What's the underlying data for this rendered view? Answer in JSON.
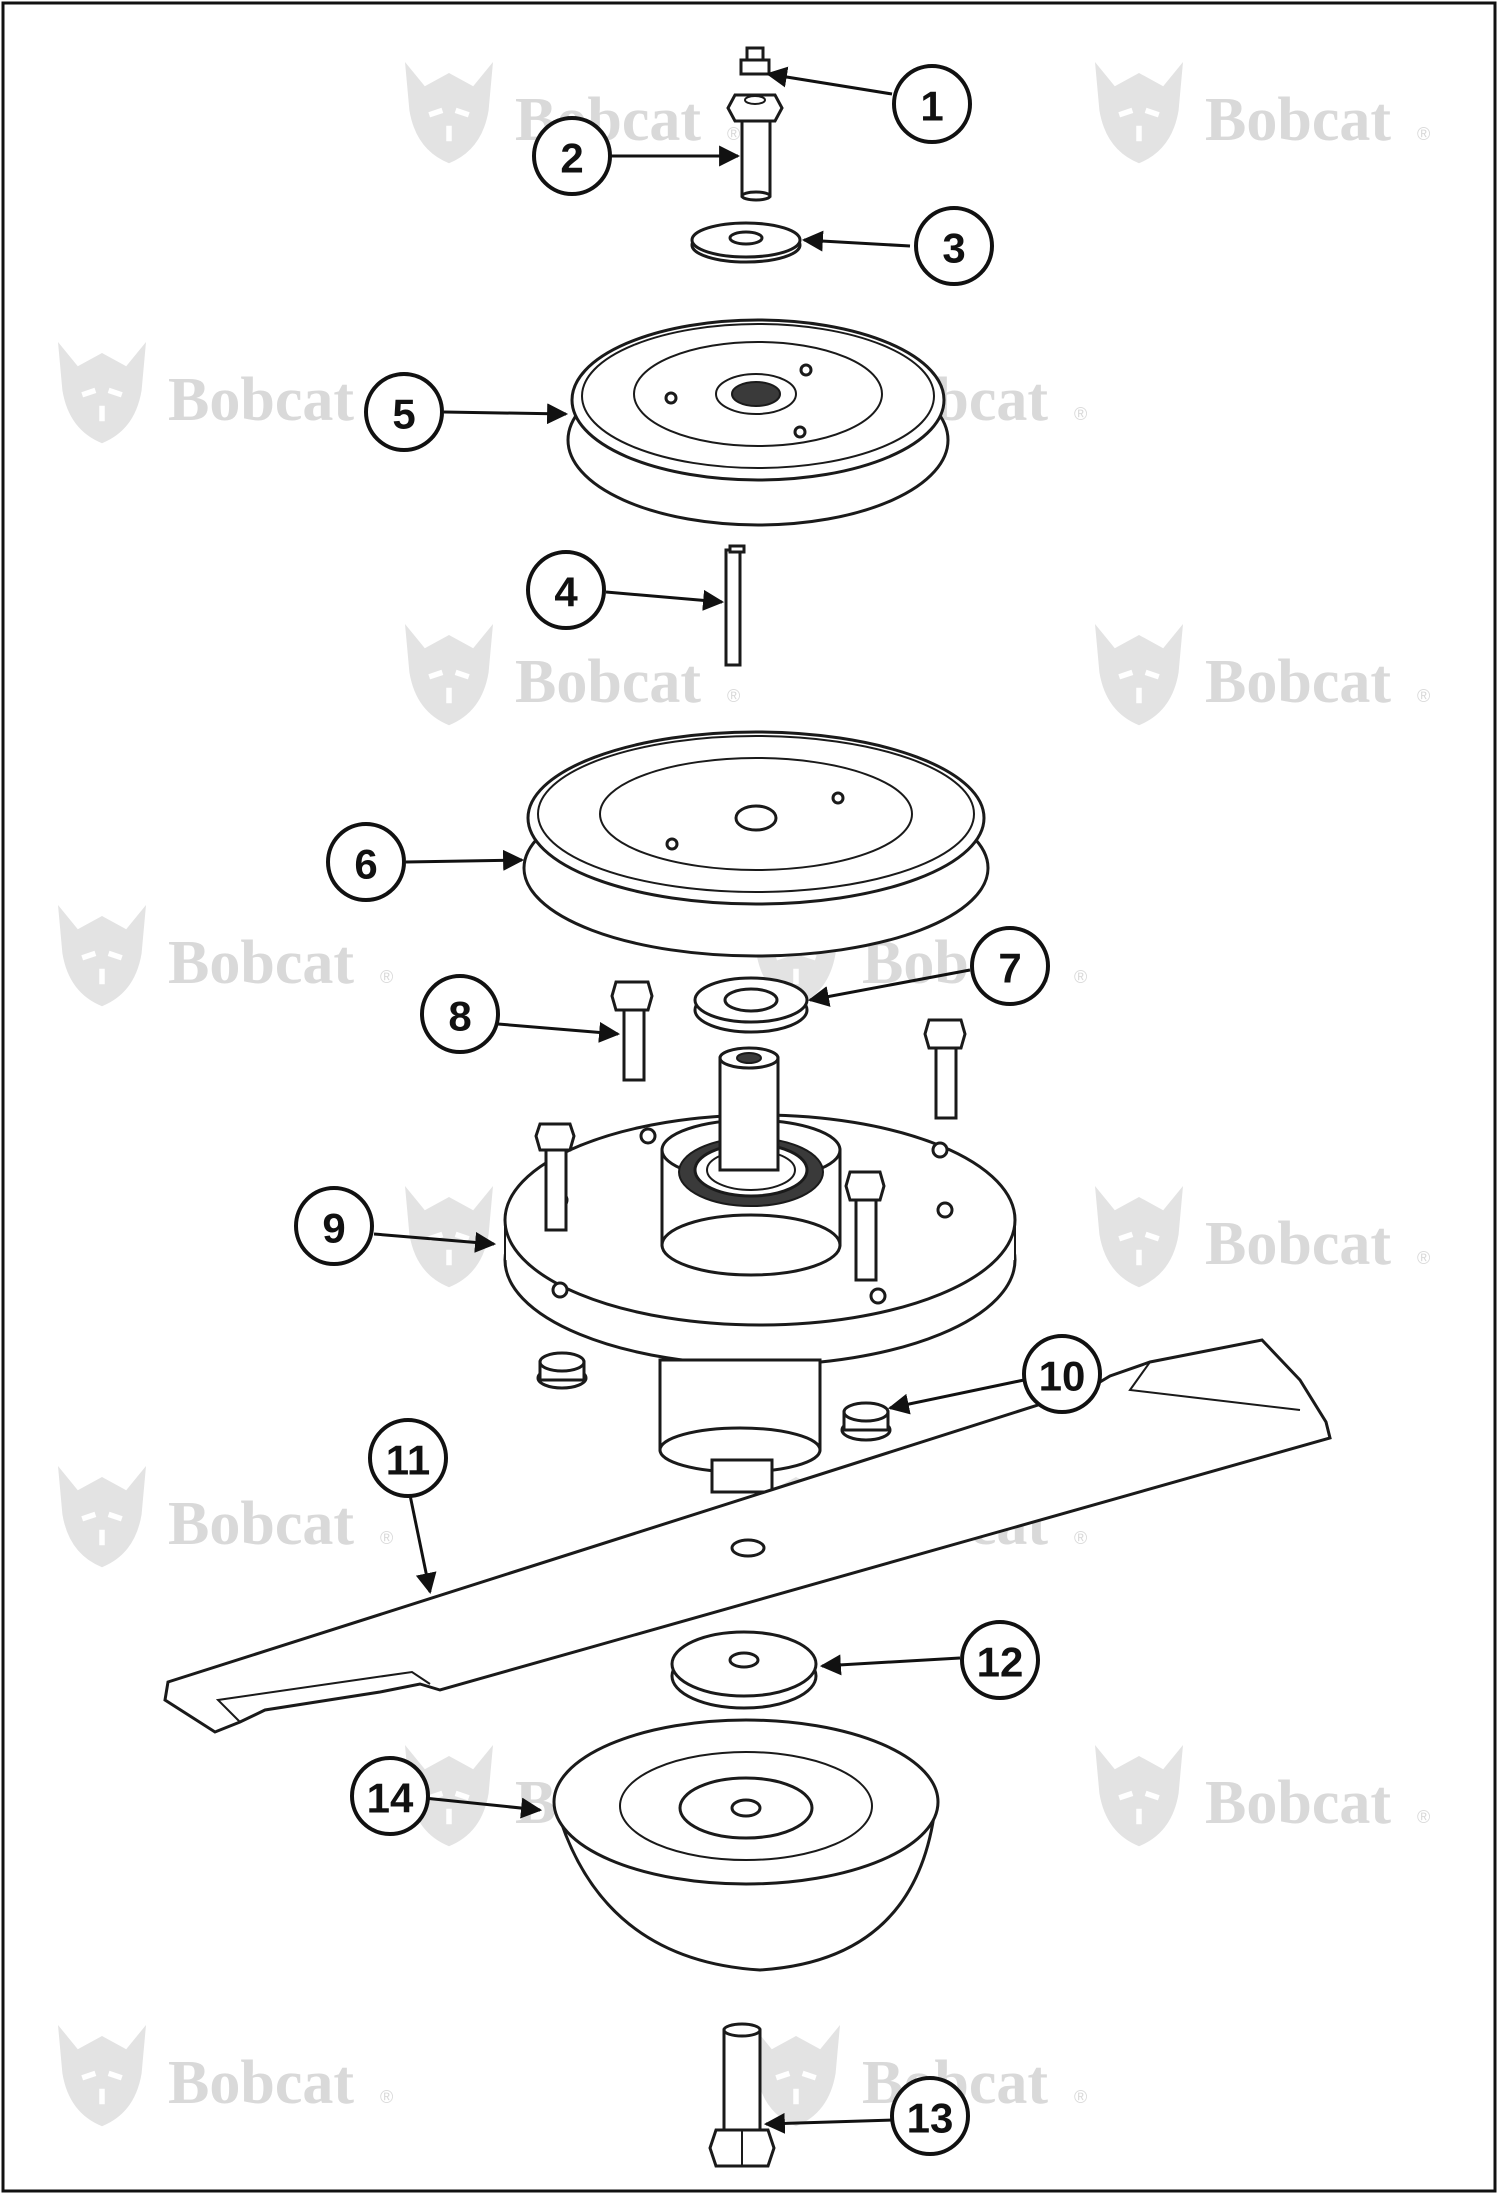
{
  "diagram": {
    "watermark_text": "Bobcat",
    "watermark_mark": "®",
    "callouts": [
      "1",
      "2",
      "3",
      "4",
      "5",
      "6",
      "7",
      "8",
      "9",
      "10",
      "11",
      "12",
      "13",
      "14"
    ],
    "colors": {
      "line": "#1a1a1a",
      "watermark": "#d9d9d9",
      "background": "#ffffff"
    },
    "icons": [
      "bobcat-logo-icon"
    ]
  }
}
